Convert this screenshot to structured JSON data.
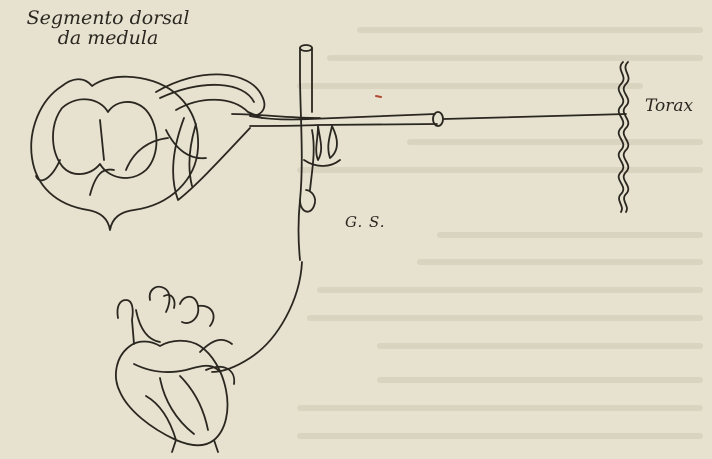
{
  "figure": {
    "labels": {
      "spinal_segment_line1": "Segmento dorsal",
      "spinal_segment_line2": "da medula",
      "thorax": "Torax",
      "ganglion": "G. S."
    },
    "colors": {
      "paper": "#e6e2cf",
      "ink": "#2a2620",
      "bleed_text": "#c9c3ae"
    }
  }
}
